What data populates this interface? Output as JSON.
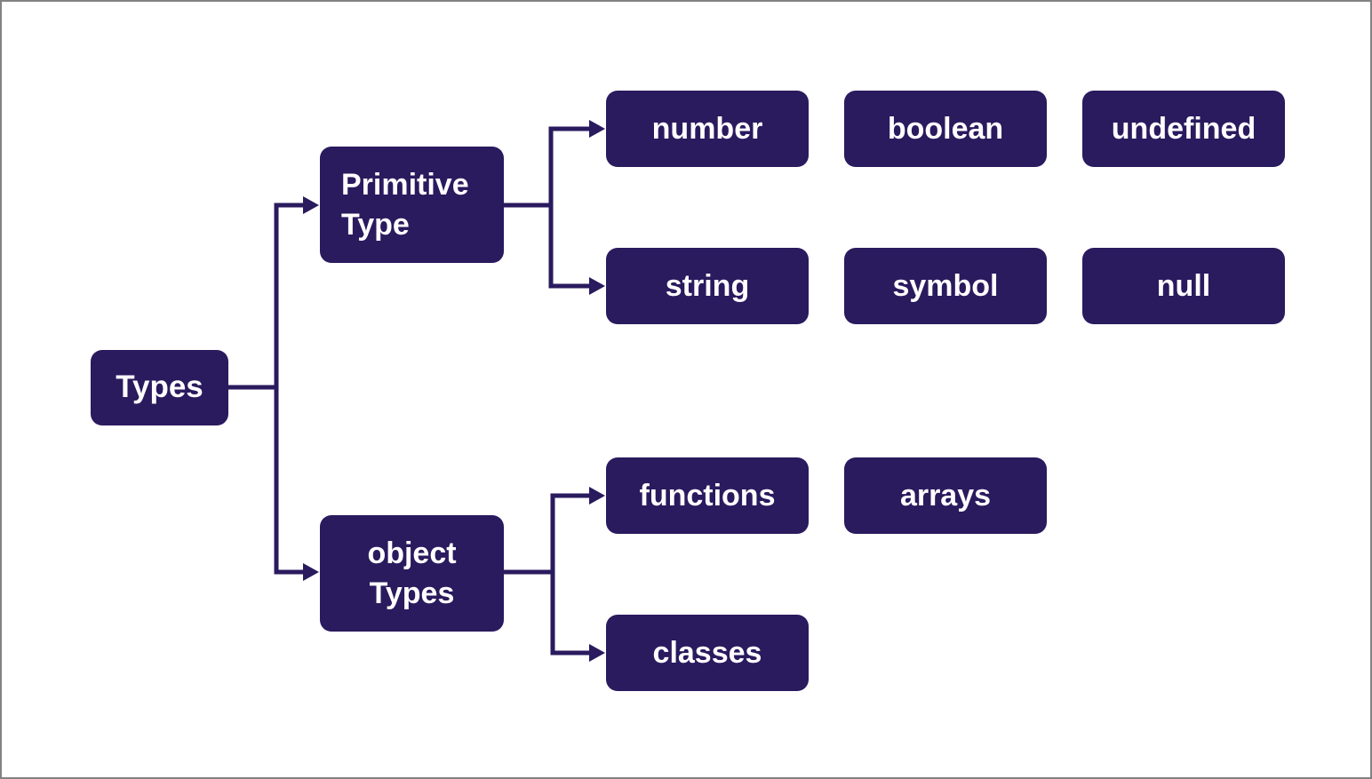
{
  "colors": {
    "node_bg": "#2a1a5e",
    "node_text": "#ffffff",
    "connector": "#2a1a5e",
    "canvas_bg": "#ffffff",
    "canvas_border": "#828282"
  },
  "nodes": {
    "types": {
      "label": "Types"
    },
    "primitive_type": {
      "label": "Primitive Type"
    },
    "object_types": {
      "label": "object Types"
    },
    "number": {
      "label": "number"
    },
    "boolean": {
      "label": "boolean"
    },
    "undefined": {
      "label": "undefined"
    },
    "string": {
      "label": "string"
    },
    "symbol": {
      "label": "symbol"
    },
    "null": {
      "label": "null"
    },
    "functions": {
      "label": "functions"
    },
    "arrays": {
      "label": "arrays"
    },
    "classes": {
      "label": "classes"
    }
  },
  "edges": [
    {
      "from": "Types",
      "to": "Primitive Type"
    },
    {
      "from": "Types",
      "to": "object Types"
    },
    {
      "from": "Primitive Type",
      "to": "number"
    },
    {
      "from": "Primitive Type",
      "to": "string"
    },
    {
      "from": "object Types",
      "to": "functions"
    },
    {
      "from": "object Types",
      "to": "classes"
    }
  ]
}
